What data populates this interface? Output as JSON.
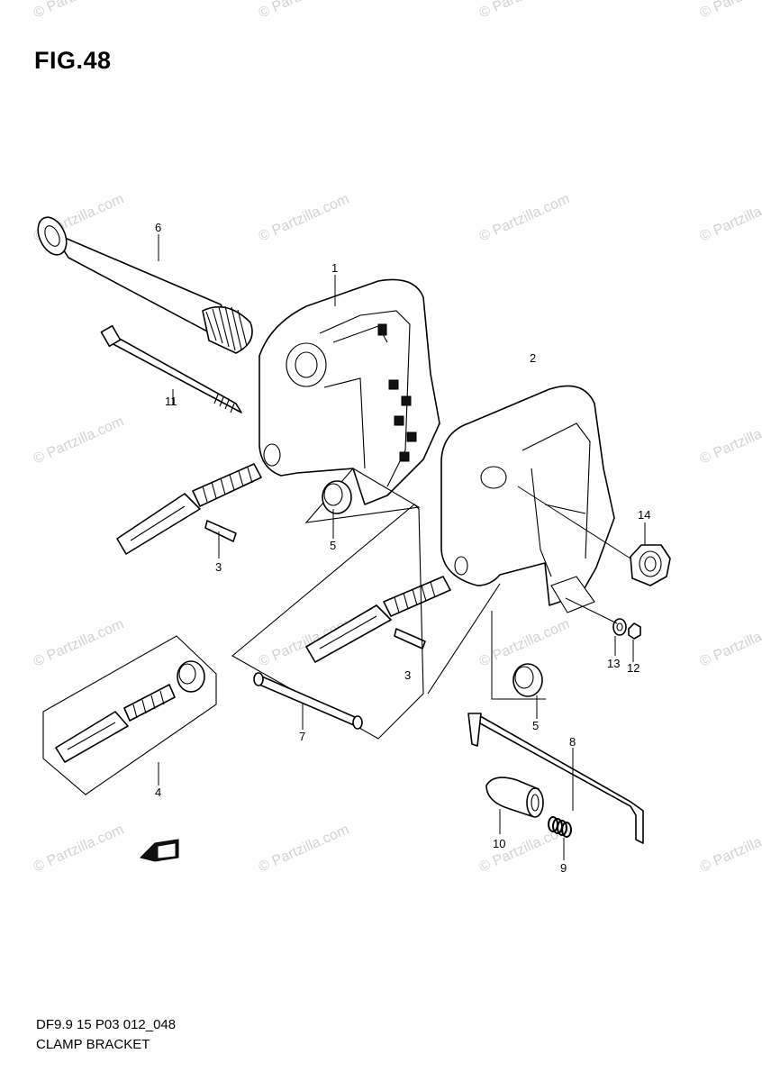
{
  "figure": {
    "title": "FIG.48",
    "code": "DF9.9 15 P03 012_048",
    "name": "CLAMP BRACKET"
  },
  "watermark": {
    "text": "© Partzilla.com"
  },
  "callouts": [
    {
      "id": "c1",
      "label": "1"
    },
    {
      "id": "c2",
      "label": "2"
    },
    {
      "id": "c3a",
      "label": "3"
    },
    {
      "id": "c3b",
      "label": "3"
    },
    {
      "id": "c4",
      "label": "4"
    },
    {
      "id": "c5a",
      "label": "5"
    },
    {
      "id": "c5b",
      "label": "5"
    },
    {
      "id": "c6",
      "label": "6"
    },
    {
      "id": "c7",
      "label": "7"
    },
    {
      "id": "c8",
      "label": "8"
    },
    {
      "id": "c9",
      "label": "9"
    },
    {
      "id": "c10",
      "label": "10"
    },
    {
      "id": "c11",
      "label": "11"
    },
    {
      "id": "c12",
      "label": "12"
    },
    {
      "id": "c13",
      "label": "13"
    },
    {
      "id": "c14",
      "label": "14"
    }
  ],
  "fwd_arrow": {
    "icon": "forward-arrow-icon"
  }
}
